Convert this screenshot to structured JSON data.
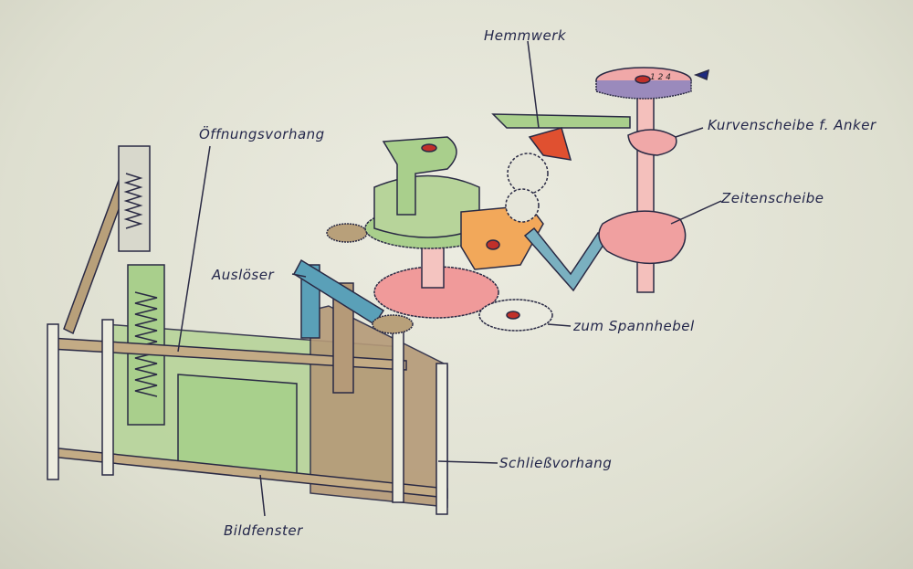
{
  "labels": {
    "hemmwerk": "Hemmwerk",
    "kurvenscheibe": "Kurvenscheibe f. Anker",
    "zeitenscheibe": "Zeitenscheibe",
    "oeffnungsvorhang": "Öffnungsvorhang",
    "ausloeser": "Auslöser",
    "zum_spannhebel": "zum Spannhebel",
    "schliessvorhang": "Schließvorhang",
    "bildfenster": "Bildfenster"
  },
  "dial_marks": "1 2 4",
  "colors": {
    "ink": "#23264a",
    "green": "#a9cf8c",
    "pink": "#f0a0a0",
    "orange": "#f2a85a",
    "teal": "#5aa0b8",
    "brown": "#b39a78",
    "red": "#e05030"
  }
}
